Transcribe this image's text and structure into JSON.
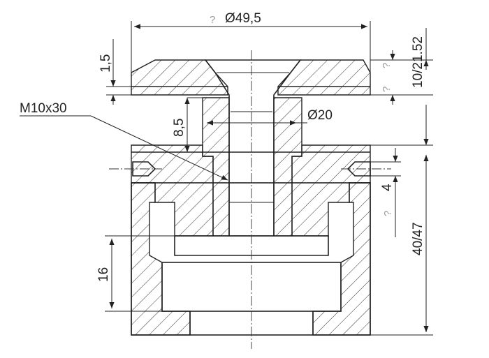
{
  "dimensions": {
    "top_diameter": "Ø49,5",
    "thickness": "1,5",
    "bolt": "M10x30",
    "height_8_5": "8,5",
    "diameter_20": "Ø20",
    "right_height_top": "10/21.52",
    "right_height_main": "40/47",
    "small_4": "4",
    "bottom_16": "16",
    "marker": "?"
  },
  "colors": {
    "line": "#222222",
    "marker": "#9a9a9a",
    "background": "#ffffff"
  }
}
